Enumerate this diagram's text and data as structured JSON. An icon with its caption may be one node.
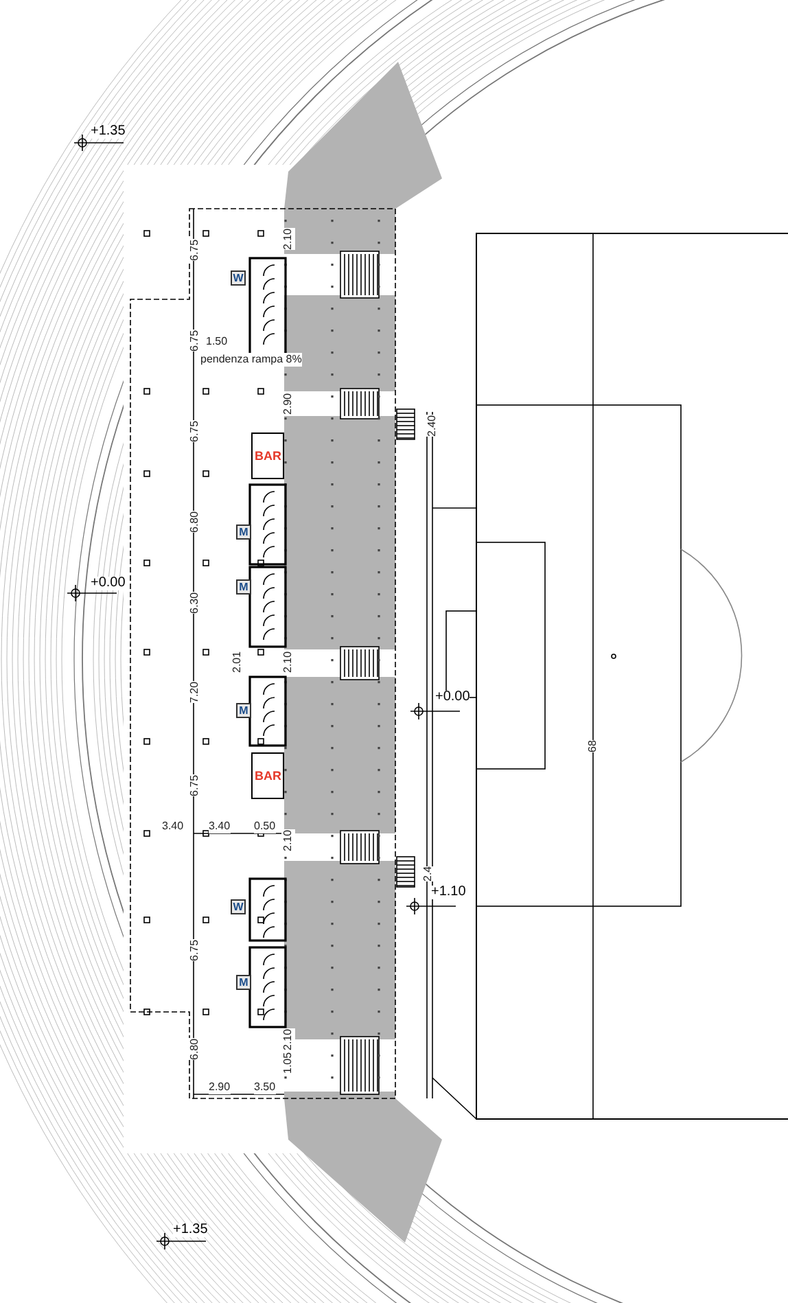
{
  "diagram": {
    "nodes": [
      {
        "text": [
          "W"
        ]
      },
      {
        "text": [
          "BAR"
        ]
      },
      {
        "text": [
          "M"
        ]
      },
      {
        "text": [
          "M"
        ]
      },
      {
        "text": [
          "M"
        ]
      },
      {
        "text": [
          "BAR"
        ]
      },
      {
        "text": [
          "W"
        ]
      },
      {
        "text": [
          "M"
        ]
      }
    ],
    "labels": [
      "+1.35",
      "6.75",
      "2.10",
      "6.75",
      "1.50",
      "pendenza rampa 8%",
      "2.90",
      "6.75",
      "2.40",
      "6.80",
      "+0.00",
      "6.30",
      "2.01",
      "2.10",
      "7.20",
      "+0.00",
      "68",
      "6.75",
      "3.40",
      "3.40",
      "0.50",
      "2.10",
      "2.4",
      "+1.10",
      "6.75",
      "2.10",
      "6.80",
      "1.05",
      "2.90",
      "3.50",
      "+1.35"
    ]
  }
}
